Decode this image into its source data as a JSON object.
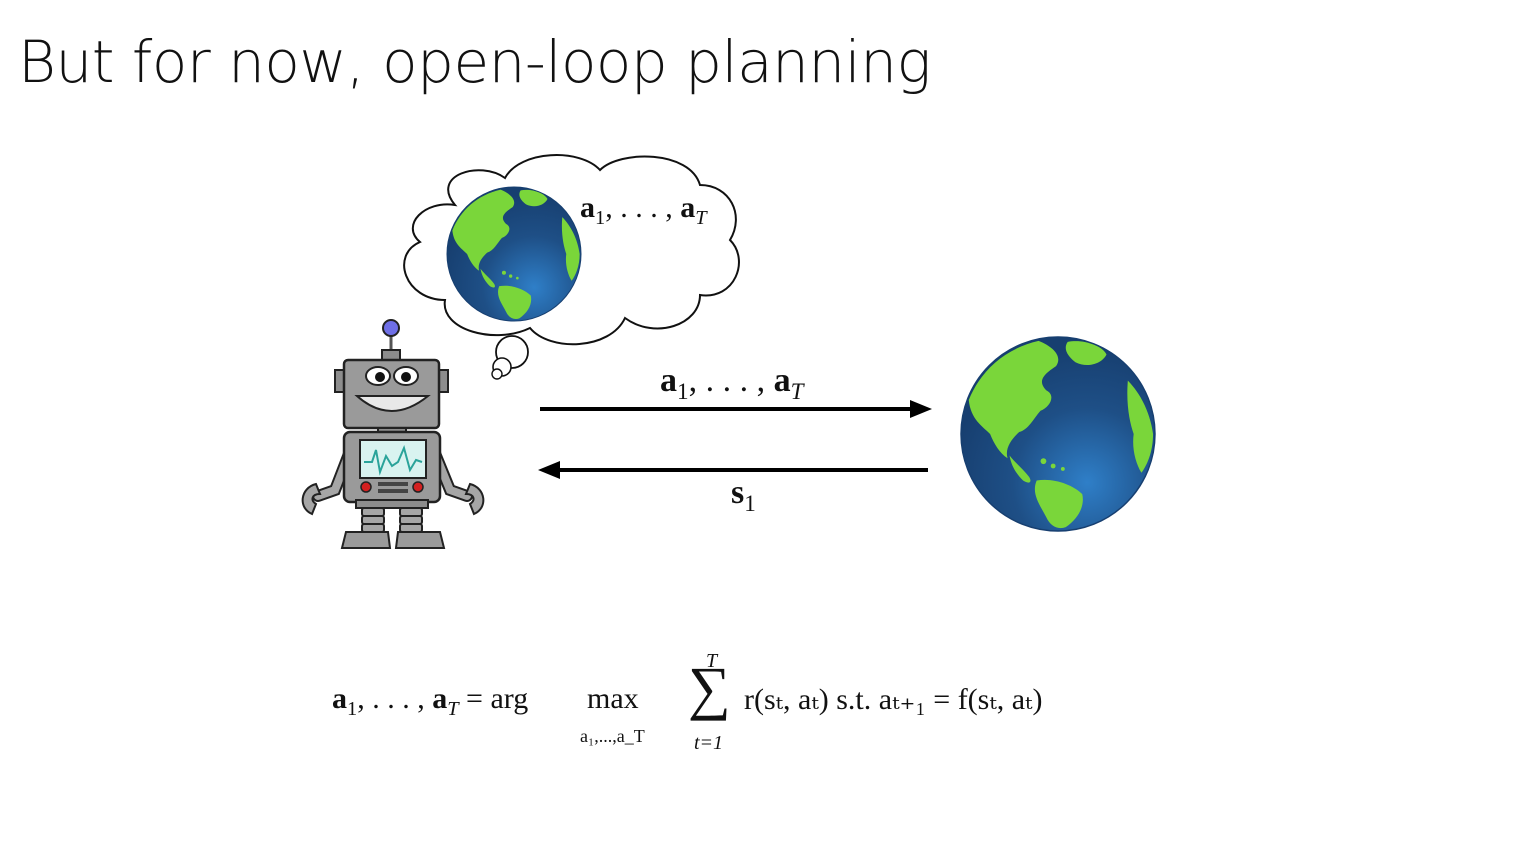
{
  "slide": {
    "title": "But for now, open-loop planning"
  },
  "diagram": {
    "thought_text": {
      "a": "a",
      "sub1": "1",
      "dots": ", . . . , ",
      "aT": "a",
      "subT": "T"
    },
    "action_arrow_label": {
      "a": "a",
      "sub1": "1",
      "dots": ", . . . , ",
      "aT": "a",
      "subT": "T"
    },
    "state_arrow_label": {
      "s": "s",
      "sub1": "1"
    }
  },
  "equation": {
    "lhs": {
      "a": "a",
      "sub1": "1",
      "dots": ", . . . , ",
      "aT": "a",
      "subT": "T",
      "eq": " = arg"
    },
    "max": "max",
    "under": "a₁,...,a_T",
    "sum_symbol": "∑",
    "sum_top": "T",
    "sum_bottom": "t=1",
    "rhs": "r(sₜ, aₜ) s.t.  aₜ₊₁ = f(sₜ, aₜ)"
  },
  "colors": {
    "earth_ocean": "#1e4f86",
    "earth_land": "#7ad63a",
    "robot_body": "#9a9a9a",
    "robot_screen": "#d9f3f0",
    "antenna_ball": "#6f6fe6",
    "robot_buttons": "#d42020"
  }
}
